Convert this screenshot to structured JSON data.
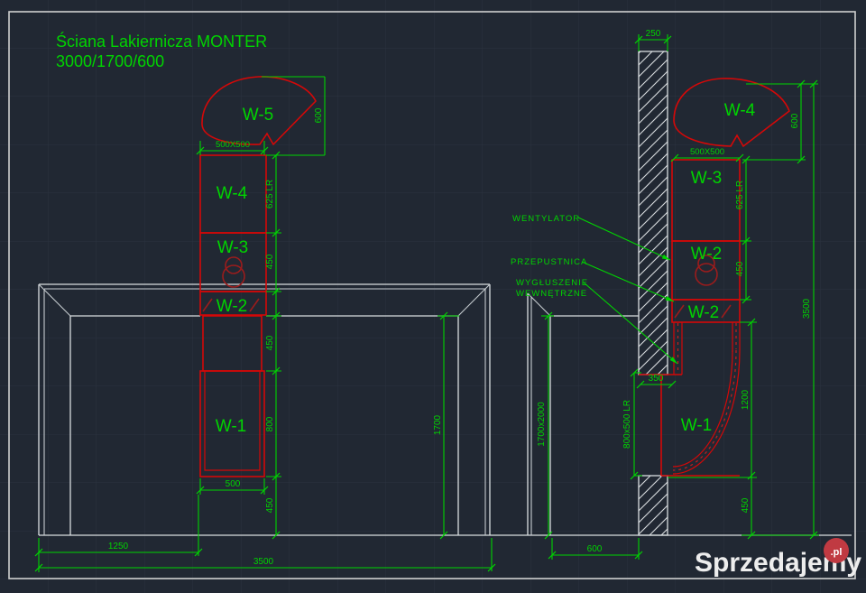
{
  "title": {
    "line1": "Ściana Lakiernicza MONTER",
    "line2": "3000/1700/600"
  },
  "colors": {
    "background": "#212833",
    "cad_green": "#00d400",
    "cad_red": "#d40808",
    "cad_dark_red": "#9b1c1c",
    "line_white": "#d9dde0",
    "logo_badge_red": "#c03a42"
  },
  "left_view": {
    "labels": {
      "w5": "W-5",
      "w4": "W-4",
      "w3": "W-3",
      "w2": "W-2",
      "w1": "W-1"
    },
    "dims": {
      "d500x500": "500X500",
      "d600": "600",
      "d625lr": "625 LR",
      "d450_w3": "450",
      "d450_mid": "450",
      "d800": "800",
      "d500": "500",
      "d450_bottom": "450",
      "d1700": "1700",
      "d1250": "1250",
      "d3500": "3500"
    }
  },
  "right_view": {
    "labels": {
      "w4": "W-4",
      "w3": "W-3",
      "w2_fan": "W-2",
      "w2_damper": "W-2",
      "w1": "W-1"
    },
    "annotations": {
      "wentylator": "WENTYLATOR",
      "przepustnica": "PRZEPUSTNICA",
      "wygluszenie_line1": "WYGŁUSZENIE",
      "wygluszenie_line2": "WEWNĘTRZNE"
    },
    "dims": {
      "d250": "250",
      "d600_fan": "600",
      "d500x500": "500X500",
      "d625lr": "625 LR",
      "d450": "450",
      "d350": "350",
      "d800x500lr": "800x500 LR",
      "d1200": "1200",
      "d450_bottom": "450",
      "d1700x2000": "1700x2000",
      "d600_bottom": "600",
      "d3500": "3500"
    }
  },
  "watermark": {
    "brand": "Sprzedajemy",
    "suffix": ".pl"
  }
}
